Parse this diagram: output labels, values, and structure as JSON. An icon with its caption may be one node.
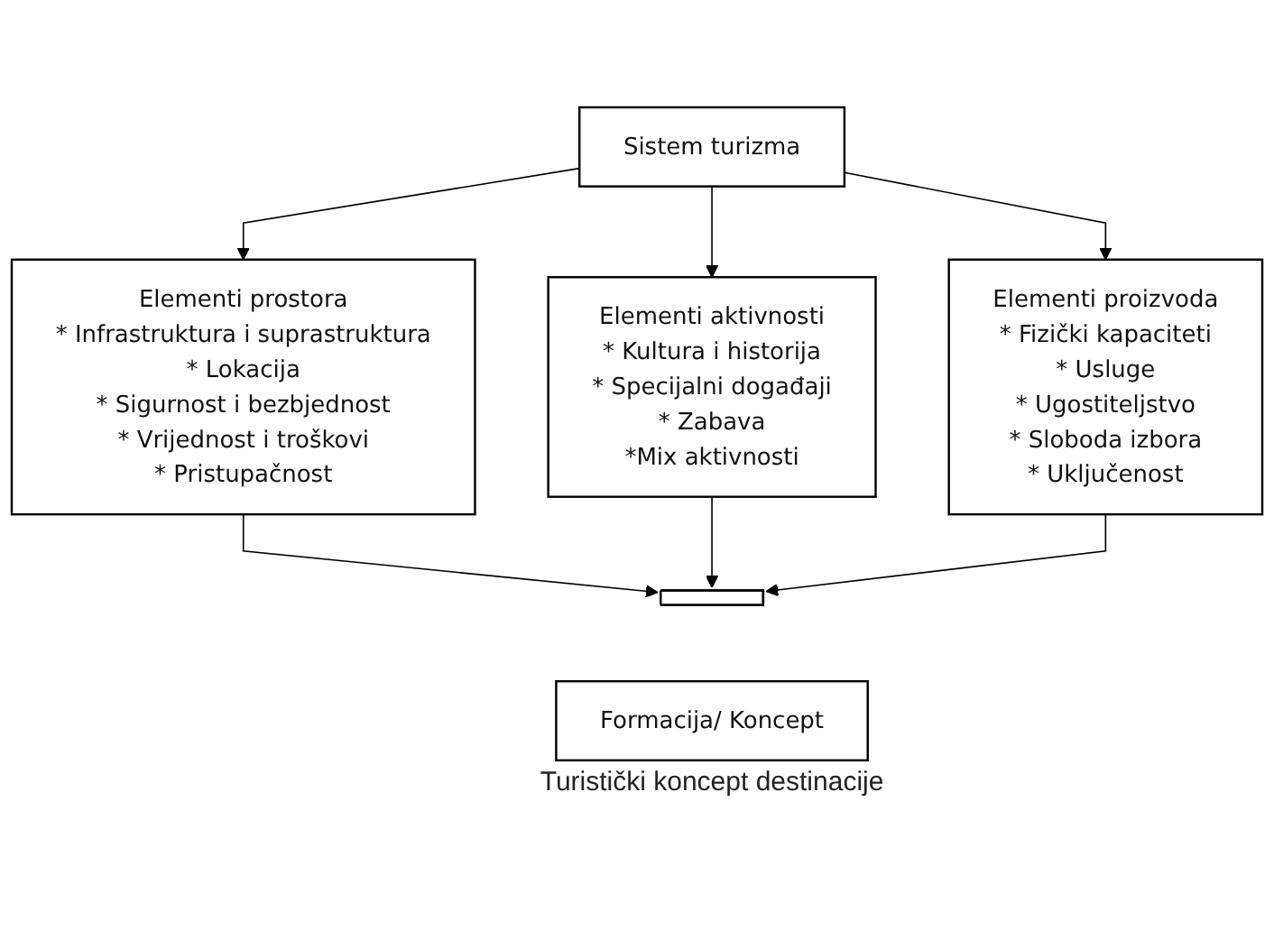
{
  "diagram": {
    "nodes": [
      {
        "text": [
          "Sistem turizma"
        ]
      },
      {
        "text": [
          "Elementi prostora",
          "* Infrastruktura i suprastruktura",
          "* Lokacija",
          "* Sigurnost i bezbjednost",
          "* Vrijednost i troškovi",
          "* Pristupačnost"
        ]
      },
      {
        "text": [
          "Elementi aktivnosti",
          "* Kultura i historija",
          "* Specijalni događaji",
          "* Zabava",
          "*Mix aktivnosti"
        ]
      },
      {
        "text": [
          "Elementi proizvoda",
          "* Fizički kapaciteti",
          "* Usluge",
          "* Ugostiteljstvo",
          "* Sloboda izbora",
          "* Uključenost"
        ]
      },
      {
        "text": [],
        "shape": "bar"
      },
      {
        "text": [
          "Formacija/ Koncept"
        ],
        "beside": [
          "Turistički koncept destinacije"
        ]
      }
    ],
    "edges": [
      {
        "from": 0,
        "to": 1,
        "arrow": "to"
      },
      {
        "from": 0,
        "to": 2,
        "arrow": "to"
      },
      {
        "from": 0,
        "to": 3,
        "arrow": "to"
      },
      {
        "from": 1,
        "to": 4,
        "arrow": "to"
      },
      {
        "from": 2,
        "to": 4,
        "arrow": "to"
      },
      {
        "from": 3,
        "to": 4,
        "arrow": "to"
      }
    ]
  }
}
